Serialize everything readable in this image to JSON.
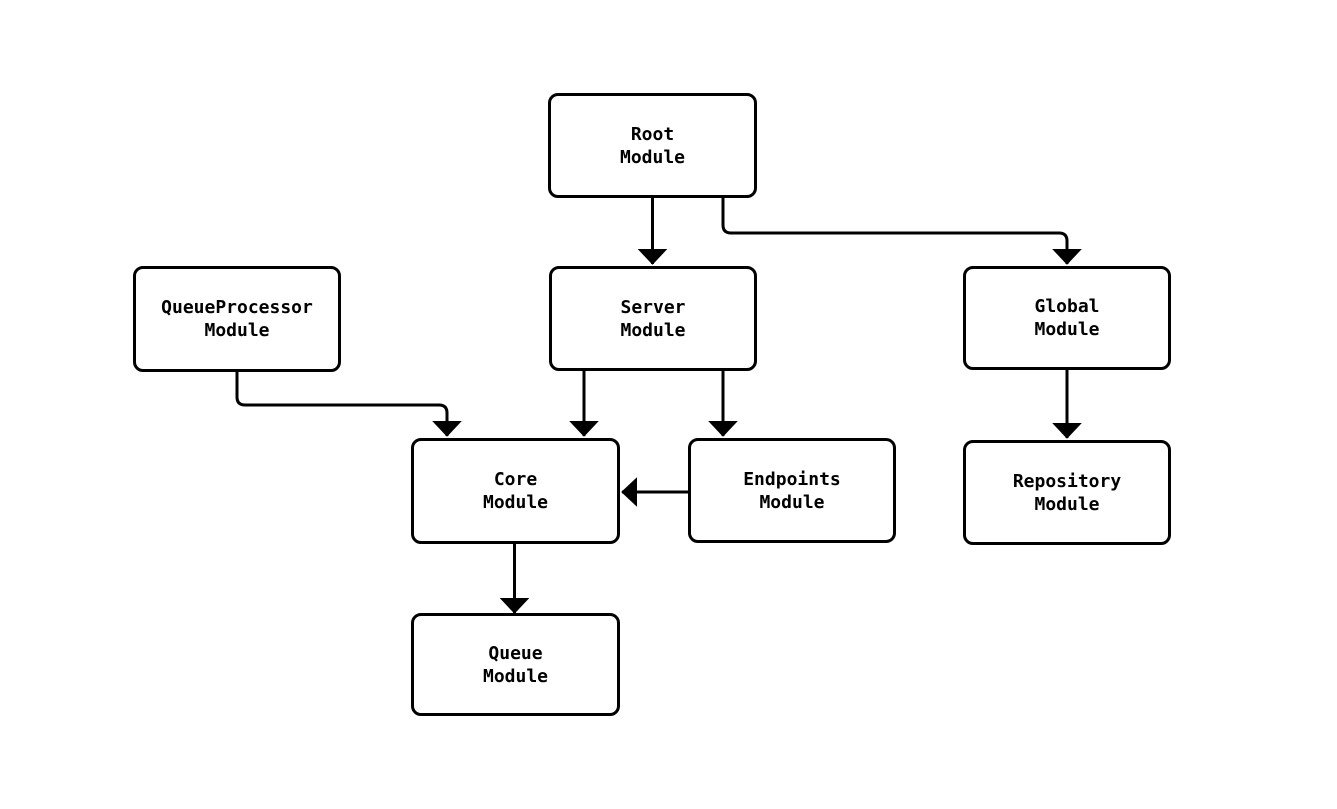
{
  "diagram": {
    "type": "flowchart",
    "background_color": "#ffffff",
    "node_fill_color": "#ffffff",
    "node_border_color": "#000000",
    "edge_color": "#000000",
    "text_color": "#000000",
    "nodes": [
      {
        "id": "root",
        "label": "Root\nModule"
      },
      {
        "id": "queueprocessor",
        "label": "QueueProcessor\nModule"
      },
      {
        "id": "server",
        "label": "Server\nModule"
      },
      {
        "id": "global",
        "label": "Global\nModule"
      },
      {
        "id": "core",
        "label": "Core\nModule"
      },
      {
        "id": "endpoints",
        "label": "Endpoints\nModule"
      },
      {
        "id": "repository",
        "label": "Repository\nModule"
      },
      {
        "id": "queue",
        "label": "Queue\nModule"
      }
    ],
    "edges": [
      {
        "from": "root",
        "to": "server"
      },
      {
        "from": "root",
        "to": "global"
      },
      {
        "from": "queueprocessor",
        "to": "core"
      },
      {
        "from": "server",
        "to": "core"
      },
      {
        "from": "server",
        "to": "endpoints"
      },
      {
        "from": "endpoints",
        "to": "core"
      },
      {
        "from": "global",
        "to": "repository"
      },
      {
        "from": "core",
        "to": "queue"
      }
    ]
  }
}
